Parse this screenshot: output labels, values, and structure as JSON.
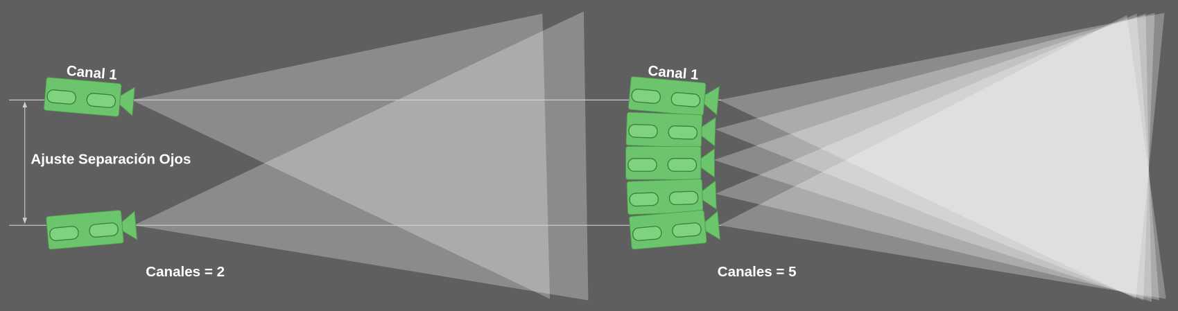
{
  "left_panel": {
    "camera_label": "Canal 1",
    "separation_label": "Ajuste Separación Ojos",
    "channels_label": "Canales = 2",
    "channel_count": 2
  },
  "right_panel": {
    "camera_label": "Canal 1",
    "channels_label": "Canales = 5",
    "channel_count": 5
  },
  "colors": {
    "background": "#5f5f5f",
    "camera": "#6cc46c",
    "frustum": "#ffffff"
  }
}
